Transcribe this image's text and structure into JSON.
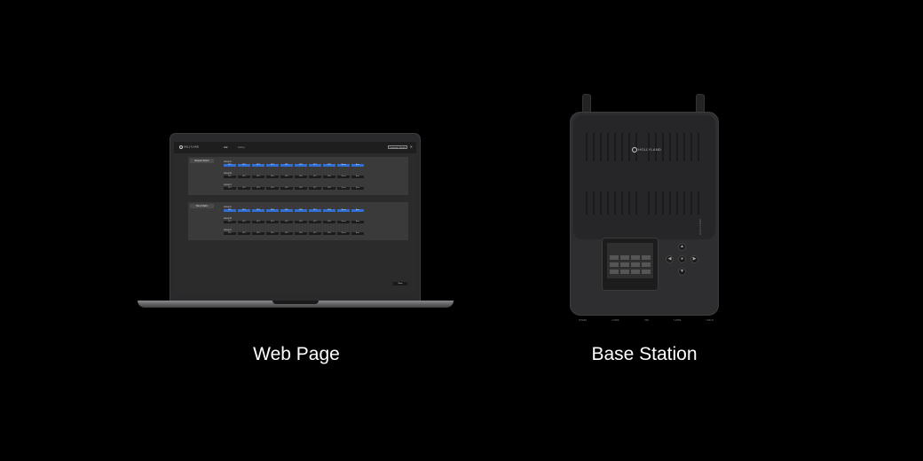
{
  "captions": {
    "web": "Web Page",
    "station": "Base Station"
  },
  "web_ui": {
    "logo": "HOLLYLAND",
    "tabs": [
      "Link",
      "Setting"
    ],
    "language": "Language: English",
    "panels": [
      {
        "title": "Beltpack Matrix",
        "groups": [
          {
            "label": "Group A",
            "chips": [
              "BP1",
              "BP2",
              "BP3",
              "BP4",
              "BP5",
              "BP6",
              "BP7",
              "BP8",
              "Wired",
              "Base"
            ],
            "style": "blue"
          },
          {
            "label": "Group B",
            "chips": [
              "BP1",
              "BP2",
              "BP3",
              "BP4",
              "BP5",
              "BP6",
              "BP7",
              "BP8",
              "Wired",
              "Base"
            ],
            "style": "dark"
          },
          {
            "label": "Group C",
            "chips": [
              "BP1",
              "BP2",
              "BP3",
              "BP4",
              "BP5",
              "BP6",
              "BP7",
              "BP8",
              "Wired",
              "Base"
            ],
            "style": "dark"
          }
        ]
      },
      {
        "title": "Wired Matrix",
        "groups": [
          {
            "label": "Group A",
            "chips": [
              "BP1",
              "BP2",
              "BP3",
              "BP4",
              "BP5",
              "BP6",
              "BP7",
              "BP8",
              "Wired",
              "Base"
            ],
            "style": "blue"
          },
          {
            "label": "Group B",
            "chips": [
              "BP1",
              "BP2",
              "BP3",
              "BP4",
              "BP5",
              "BP6",
              "BP7",
              "BP8",
              "Wired",
              "Base"
            ],
            "style": "dark"
          },
          {
            "label": "Group C",
            "chips": [
              "BP1",
              "BP2",
              "BP3",
              "BP4",
              "BP5",
              "BP6",
              "BP7",
              "BP8",
              "Wired",
              "Base"
            ],
            "style": "dark"
          }
        ]
      }
    ],
    "save_label": "Save"
  },
  "station": {
    "logo": "HOLLYLAND",
    "side_text": "HOLLYLAND",
    "ports": [
      "POWER",
      "2-WIRE",
      "USB",
      "4-WIRE",
      "LINE IN"
    ]
  }
}
